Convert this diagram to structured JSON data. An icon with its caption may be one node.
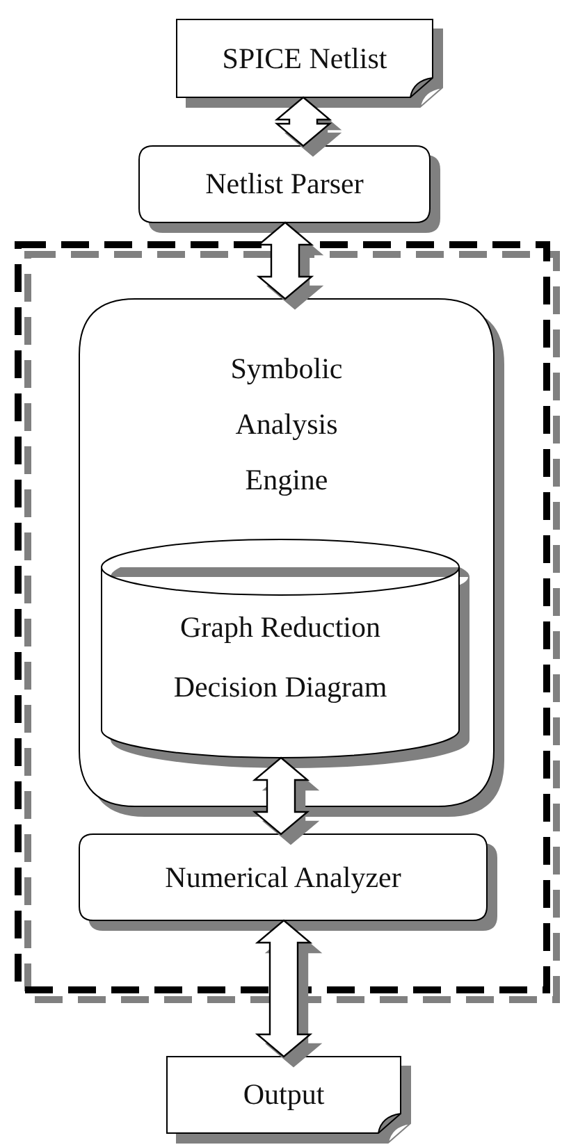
{
  "diagram": {
    "nodes": [
      {
        "text": [
          "SPICE Netlist"
        ]
      },
      {
        "text": [
          "Netlist Parser"
        ]
      },
      {
        "text": [],
        "shape": "box"
      },
      {
        "text": [
          "Symbolic Analysis Engine"
        ],
        "in": 2
      },
      {
        "text": [
          "Graph Reduction Decision Diagram"
        ],
        "in": 3
      },
      {
        "text": [
          "Numerical Analyzer"
        ],
        "in": 2
      },
      {
        "text": [
          "Output"
        ]
      }
    ],
    "edges": [
      {
        "from": 0,
        "to": 1,
        "arrow": "both"
      },
      {
        "from": 1,
        "to": 3,
        "arrow": "both"
      },
      {
        "from": 4,
        "to": 5,
        "arrow": "both"
      },
      {
        "from": 5,
        "to": 6,
        "arrow": "both"
      }
    ]
  }
}
